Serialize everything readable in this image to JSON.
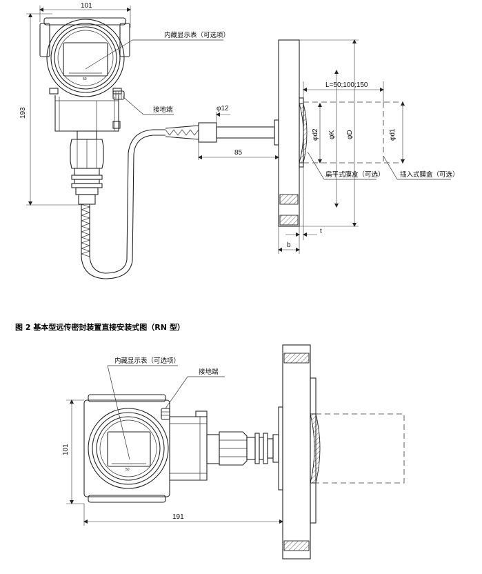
{
  "figure_top": {
    "dim_width": "101",
    "dim_height": "193",
    "label_display": "内藏显示表（可选项）",
    "label_ground": "接地端",
    "dim_tube_dia": "φ12",
    "dim_tube_len": "85",
    "dim_insert_len": "L=50;100;150",
    "dim_d2": "φd2",
    "dim_K": "φK",
    "dim_D": "φD",
    "dim_d1": "φd1",
    "label_flat": "扁平式膜盒（可选）",
    "label_insert": "插入式膜盒（可选）",
    "dim_b": "b",
    "dim_t": "t",
    "display_scale": "50"
  },
  "caption": "图 2 基本型远传密封装置直接安装式图（RN 型）",
  "figure_bottom": {
    "label_display": "内藏显示表（可选项）",
    "label_ground": "接地端",
    "dim_height": "101",
    "dim_length": "191",
    "display_scale": "50"
  }
}
